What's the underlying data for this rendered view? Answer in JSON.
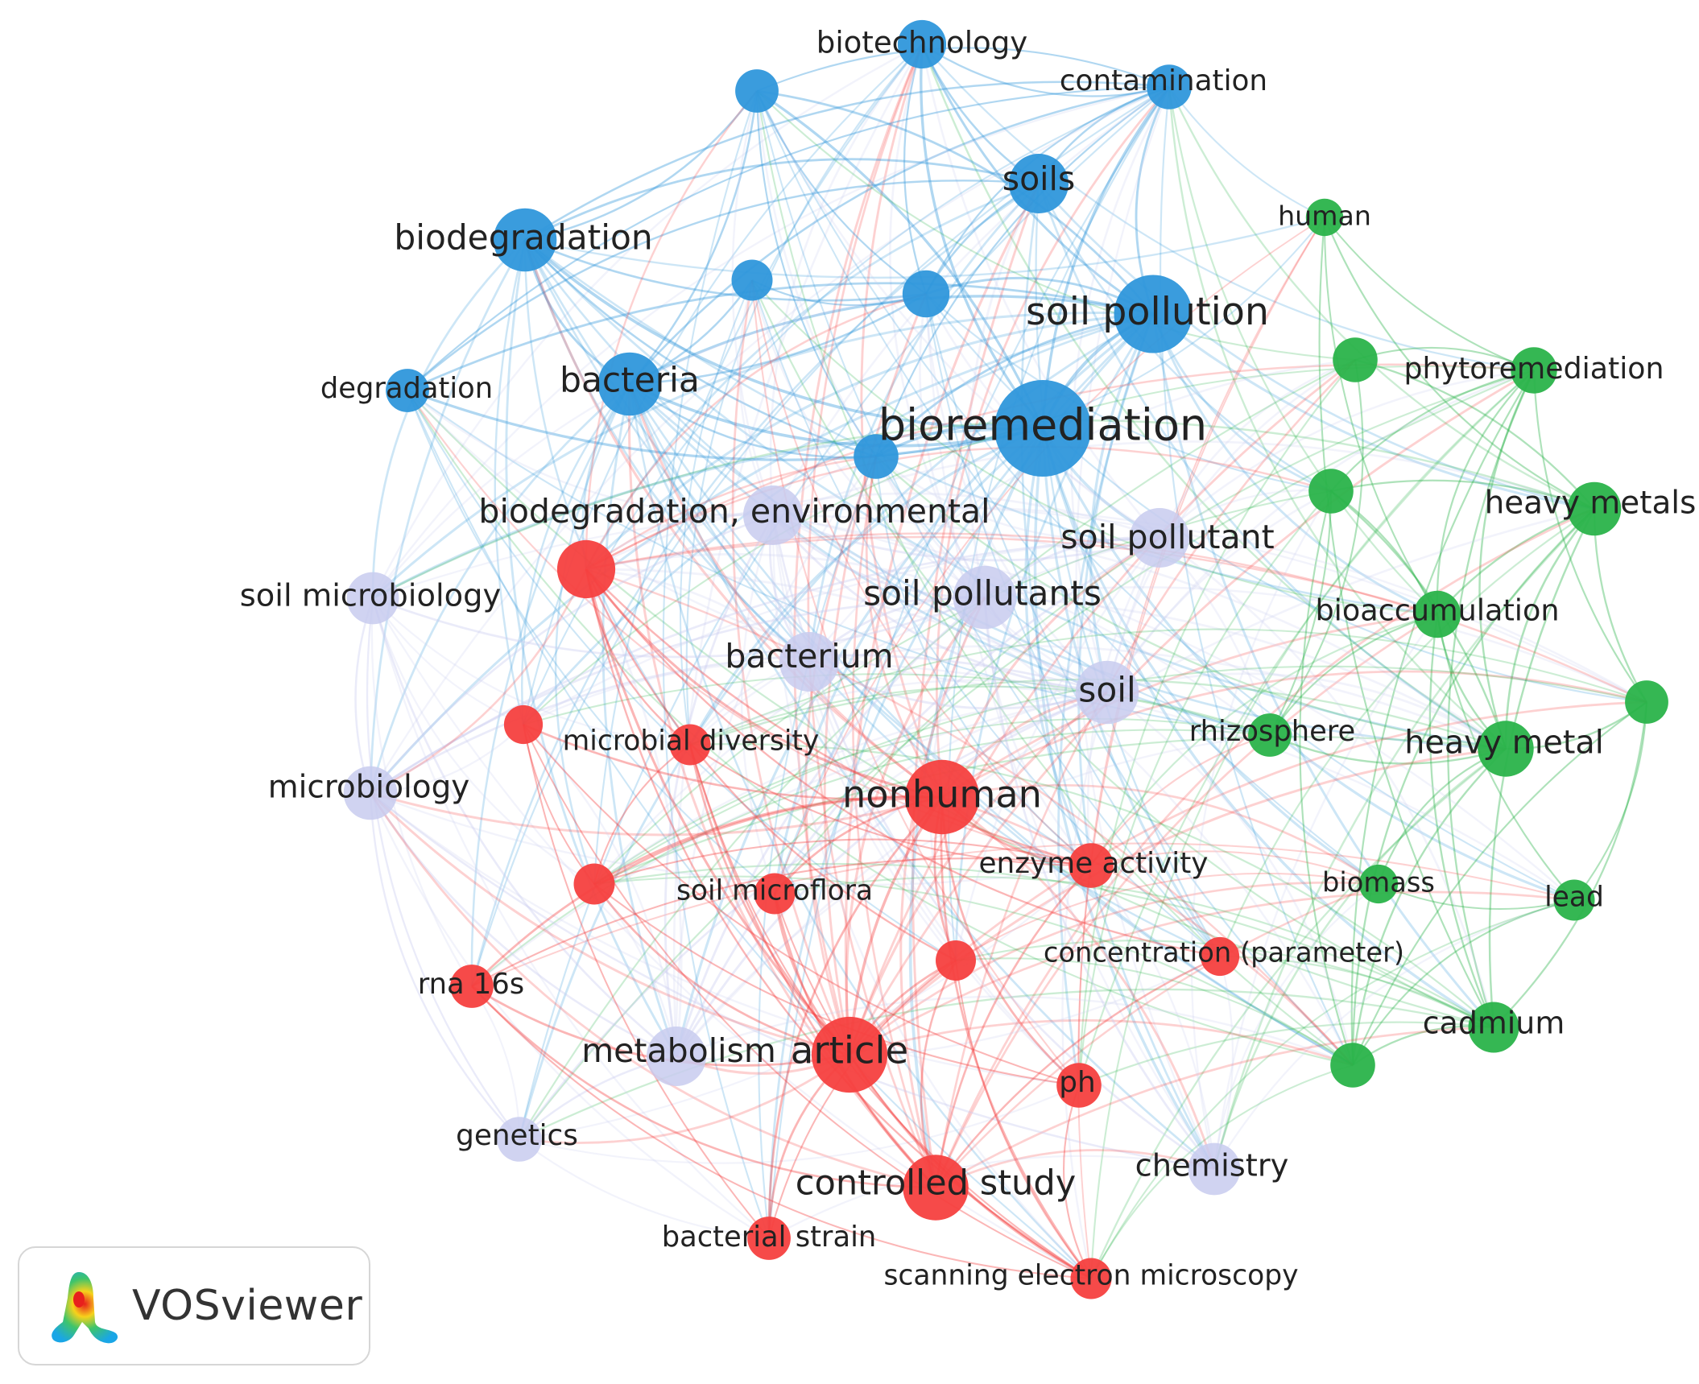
{
  "app": {
    "logo_text": "VOSviewer"
  },
  "clusters": {
    "blue": "#2f97db",
    "green": "#2ab34a",
    "red": "#f5403f",
    "lavender": "#c8cbee"
  },
  "nodes": [
    {
      "id": "biotechnology",
      "label": "biotechnology",
      "cluster": "blue",
      "weight": 0.35
    },
    {
      "id": "contamination",
      "label": "contamination",
      "cluster": "blue",
      "weight": 0.3
    },
    {
      "id": "soils",
      "label": "soils",
      "cluster": "blue",
      "weight": 0.5
    },
    {
      "id": "biodegradation",
      "label": "biodegradation",
      "cluster": "blue",
      "weight": 0.55
    },
    {
      "id": "soil-pollution",
      "label": "soil pollution",
      "cluster": "blue",
      "weight": 0.75
    },
    {
      "id": "degradation",
      "label": "degradation",
      "cluster": "blue",
      "weight": 0.28
    },
    {
      "id": "bacteria",
      "label": "bacteria",
      "cluster": "blue",
      "weight": 0.55
    },
    {
      "id": "bioremediation",
      "label": "bioremediation",
      "cluster": "blue",
      "weight": 1.0
    },
    {
      "id": "blue-unlabeled-1",
      "label": "",
      "cluster": "blue",
      "weight": 0.28
    },
    {
      "id": "blue-unlabeled-2",
      "label": "",
      "cluster": "blue",
      "weight": 0.25
    },
    {
      "id": "blue-unlabeled-3",
      "label": "",
      "cluster": "blue",
      "weight": 0.33
    },
    {
      "id": "blue-unlabeled-4",
      "label": "",
      "cluster": "blue",
      "weight": 0.3
    },
    {
      "id": "human",
      "label": "human",
      "cluster": "green",
      "weight": 0.2
    },
    {
      "id": "phytoremediation",
      "label": "phytoremediation",
      "cluster": "green",
      "weight": 0.32
    },
    {
      "id": "heavy-metals",
      "label": "heavy metals",
      "cluster": "green",
      "weight": 0.42
    },
    {
      "id": "bioaccumulation",
      "label": "bioaccumulation",
      "cluster": "green",
      "weight": 0.33
    },
    {
      "id": "rhizosphere",
      "label": "rhizosphere",
      "cluster": "green",
      "weight": 0.28
    },
    {
      "id": "heavy-metal",
      "label": "heavy metal",
      "cluster": "green",
      "weight": 0.45
    },
    {
      "id": "biomass",
      "label": "biomass",
      "cluster": "green",
      "weight": 0.22
    },
    {
      "id": "lead",
      "label": "lead",
      "cluster": "green",
      "weight": 0.25
    },
    {
      "id": "cadmium",
      "label": "cadmium",
      "cluster": "green",
      "weight": 0.38
    },
    {
      "id": "green-unlabeled-1",
      "label": "",
      "cluster": "green",
      "weight": 0.3
    },
    {
      "id": "green-unlabeled-2",
      "label": "",
      "cluster": "green",
      "weight": 0.3
    },
    {
      "id": "green-unlabeled-3",
      "label": "",
      "cluster": "green",
      "weight": 0.28
    },
    {
      "id": "green-unlabeled-4",
      "label": "",
      "cluster": "green",
      "weight": 0.3
    },
    {
      "id": "biodegradation-environmental",
      "label": "biodegradation, environmental",
      "cluster": "lavender",
      "weight": 0.5
    },
    {
      "id": "soil-pollutant",
      "label": "soil pollutant",
      "cluster": "lavender",
      "weight": 0.5
    },
    {
      "id": "soil-microbiology",
      "label": "soil microbiology",
      "cluster": "lavender",
      "weight": 0.4
    },
    {
      "id": "soil-pollutants",
      "label": "soil pollutants",
      "cluster": "lavender",
      "weight": 0.55
    },
    {
      "id": "bacterium",
      "label": "bacterium",
      "cluster": "lavender",
      "weight": 0.5
    },
    {
      "id": "soil",
      "label": "soil",
      "cluster": "lavender",
      "weight": 0.55
    },
    {
      "id": "microbiology",
      "label": "microbiology",
      "cluster": "lavender",
      "weight": 0.42
    },
    {
      "id": "metabolism",
      "label": "metabolism",
      "cluster": "lavender",
      "weight": 0.5
    },
    {
      "id": "genetics",
      "label": "genetics",
      "cluster": "lavender",
      "weight": 0.3
    },
    {
      "id": "chemistry",
      "label": "chemistry",
      "cluster": "lavender",
      "weight": 0.4
    },
    {
      "id": "red-unlabeled-1",
      "label": "",
      "cluster": "red",
      "weight": 0.48
    },
    {
      "id": "microbial-diversity",
      "label": "microbial diversity",
      "cluster": "red",
      "weight": 0.25
    },
    {
      "id": "red-unlabeled-2",
      "label": "",
      "cluster": "red",
      "weight": 0.22
    },
    {
      "id": "nonhuman",
      "label": "nonhuman",
      "cluster": "red",
      "weight": 0.7
    },
    {
      "id": "enzyme-activity",
      "label": "enzyme activity",
      "cluster": "red",
      "weight": 0.3
    },
    {
      "id": "soil-microflora",
      "label": "soil microflora",
      "cluster": "red",
      "weight": 0.25
    },
    {
      "id": "red-unlabeled-3",
      "label": "",
      "cluster": "red",
      "weight": 0.25
    },
    {
      "id": "concentration-parameter",
      "label": "concentration (parameter)",
      "cluster": "red",
      "weight": 0.22
    },
    {
      "id": "red-unlabeled-4",
      "label": "",
      "cluster": "red",
      "weight": 0.24
    },
    {
      "id": "rna-16s",
      "label": "rna 16s",
      "cluster": "red",
      "weight": 0.28
    },
    {
      "id": "article",
      "label": "article",
      "cluster": "red",
      "weight": 0.72
    },
    {
      "id": "ph",
      "label": "ph",
      "cluster": "red",
      "weight": 0.3
    },
    {
      "id": "controlled-study",
      "label": "controlled study",
      "cluster": "red",
      "weight": 0.58
    },
    {
      "id": "bacterial-strain",
      "label": "bacterial strain",
      "cluster": "red",
      "weight": 0.28
    },
    {
      "id": "scanning-electron-microscopy",
      "label": "scanning electron microscopy",
      "cluster": "red",
      "weight": 0.25
    }
  ]
}
